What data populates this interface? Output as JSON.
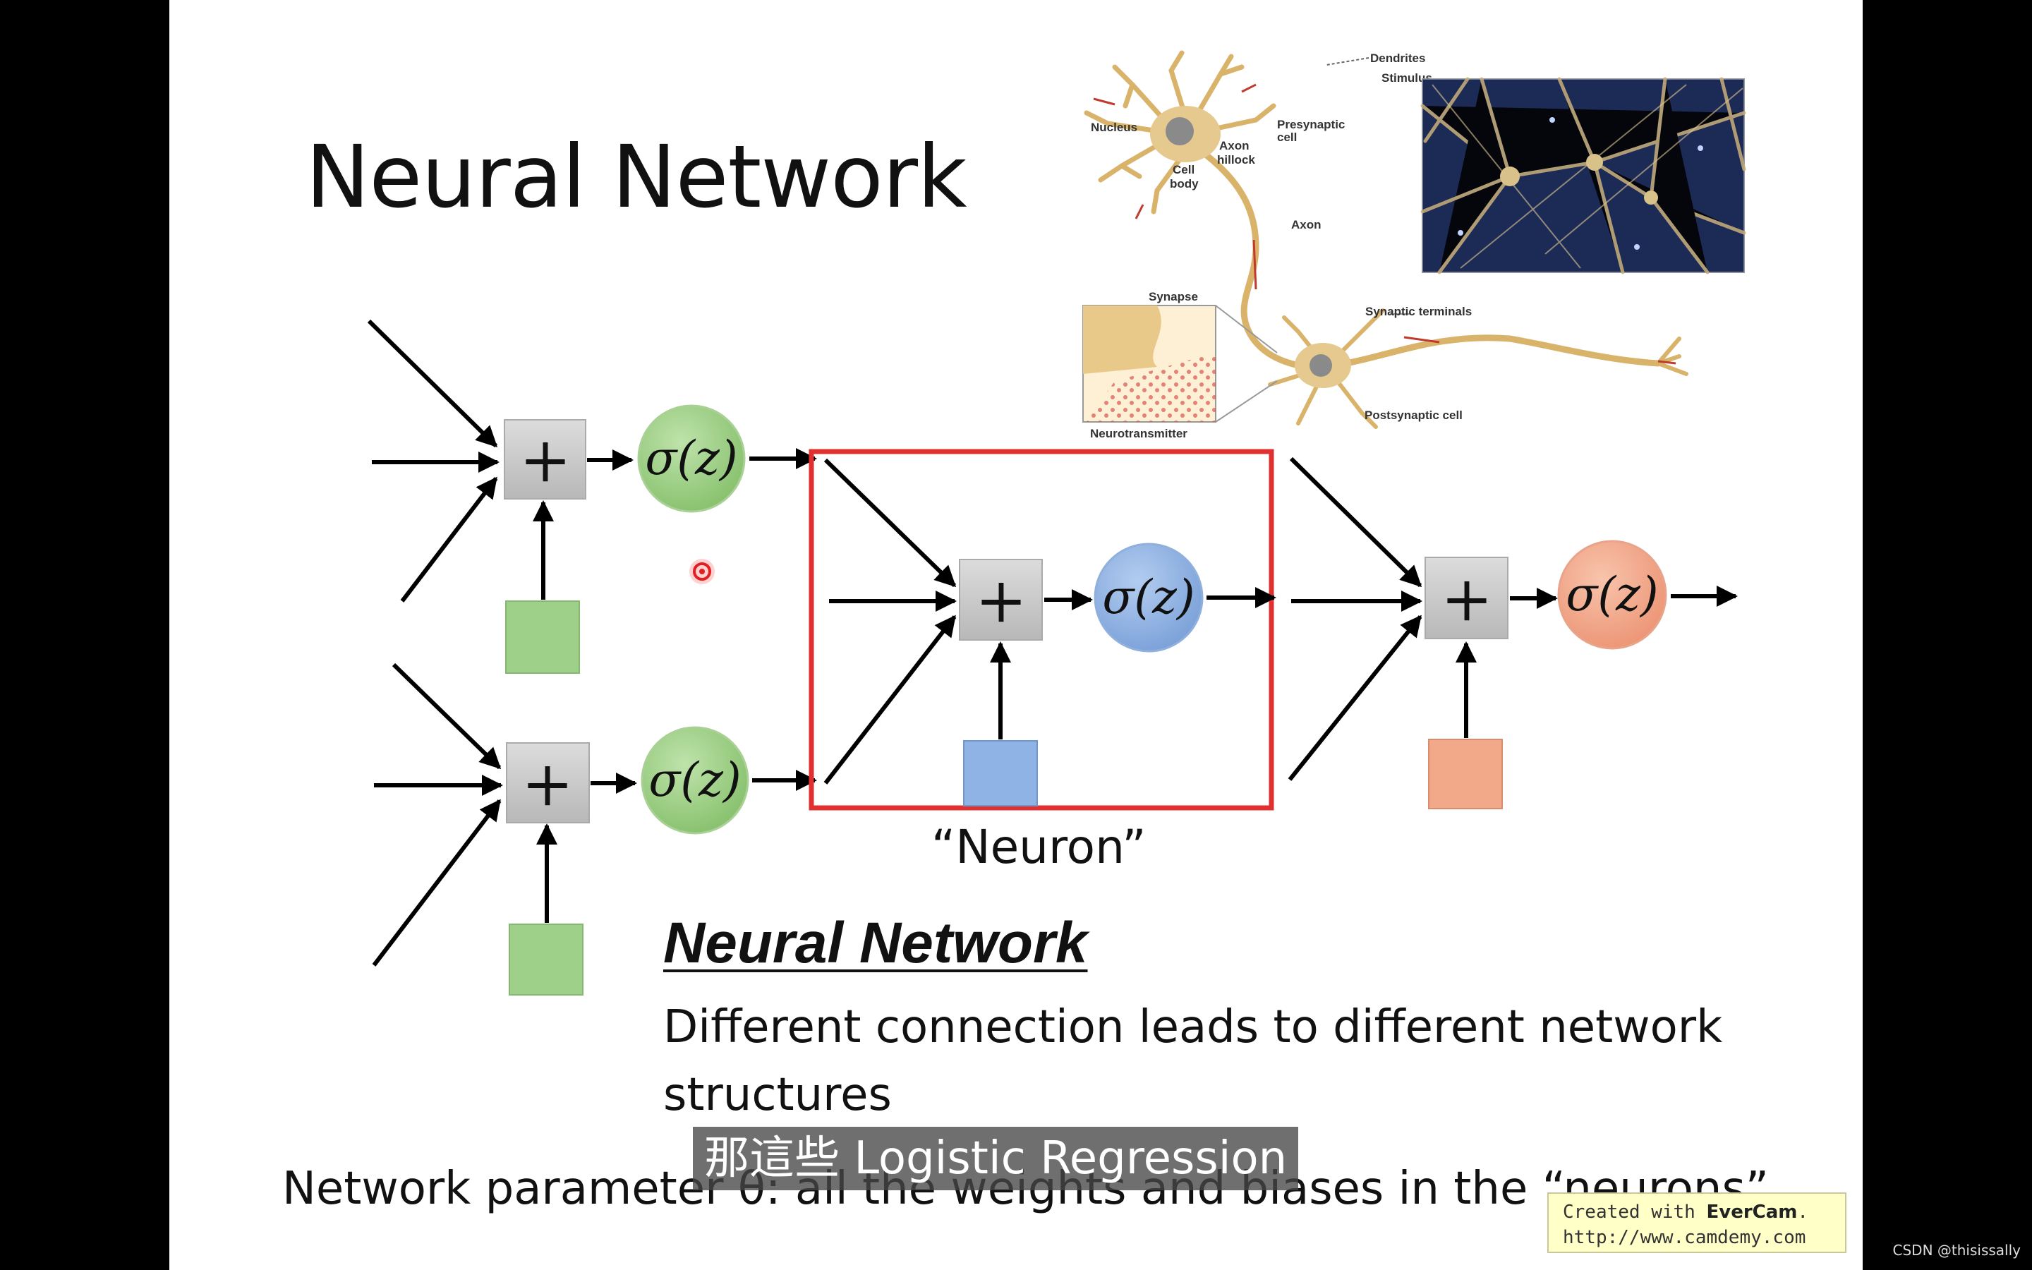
{
  "slide": {
    "title": "Neural Network",
    "neuron_label": "“Neuron”",
    "heading": "Neural Network",
    "description": "Different connection leads to different network structures",
    "parameter_text": "Network parameter θ: all the weights and biases in the “neurons”"
  },
  "diagram": {
    "plus_symbol": "+",
    "activation_label": "σ(z)"
  },
  "biology": {
    "labels": {
      "dendrites": "Dendrites",
      "stimulus": "Stimulus",
      "nucleus": "Nucleus",
      "presynaptic_1": "Presynaptic",
      "presynaptic_2": "cell",
      "axon_hillock_1": "Axon",
      "axon_hillock_2": "hillock",
      "cell_body_1": "Cell",
      "cell_body_2": "body",
      "axon": "Axon",
      "synapse": "Synapse",
      "synaptic_terminals": "Synaptic terminals",
      "neurotransmitter": "Neurotransmitter",
      "postsynaptic": "Postsynaptic cell"
    }
  },
  "subtitle": "那這些 Logistic Regression",
  "evercam": {
    "line1_prefix": "Created with ",
    "line1_brand": "EverCam",
    "line1_suffix": ".",
    "line2": "http://www.camdemy.com"
  },
  "watermark": "CSDN @thisissally",
  "colors": {
    "green": "#9fd08a",
    "blue": "#8fb3e4",
    "orange": "#f2a98a",
    "gray_box": "#c8c8c8",
    "highlight_red": "#e03030"
  }
}
